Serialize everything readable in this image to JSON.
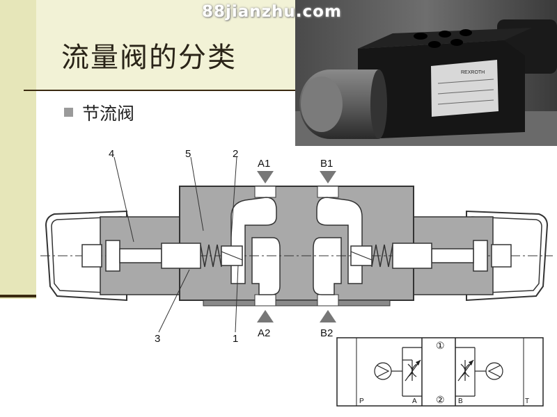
{
  "slide": {
    "title": "流量阀的分类",
    "bullet": "节流阀"
  },
  "watermark": "88jianzhu.com",
  "photo": {
    "plate_text": "REXROTH"
  },
  "diagram": {
    "labels": {
      "n4": "4",
      "n5": "5",
      "n2": "2",
      "a1": "A1",
      "b1": "B1",
      "n3": "3",
      "n1": "1",
      "a2": "A2",
      "b2": "B2"
    }
  },
  "symbol": {
    "ports": {
      "p": "P",
      "a": "A",
      "b": "B",
      "t": "T"
    },
    "circle1": "①",
    "circle2": "②"
  },
  "colors": {
    "side_bar": "#e6e6b9",
    "top_band": "#f2f2d6",
    "housing": "#a9a9a9",
    "accent_line": "#3a2a10"
  }
}
